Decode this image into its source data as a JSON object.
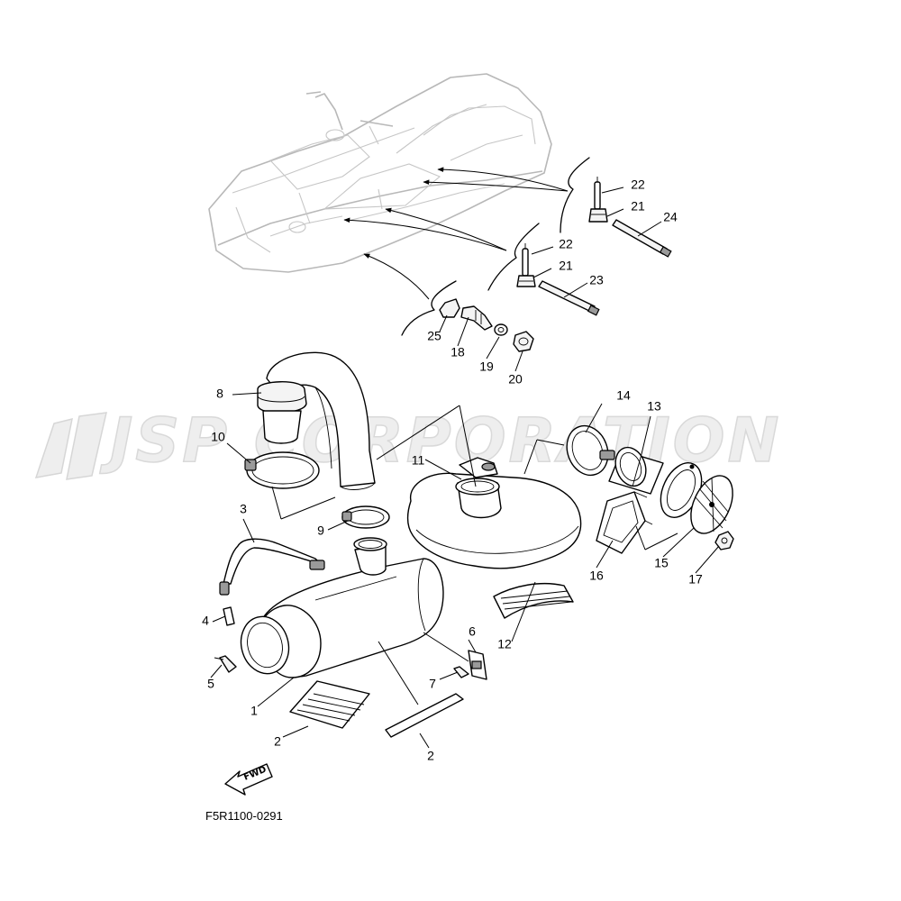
{
  "watermark": "JSP CORPORATION",
  "diagram_code": "F5R1100-0291",
  "fwd_label": "FWD",
  "callouts": {
    "c1": "1",
    "c2a": "2",
    "c2b": "2",
    "c3": "3",
    "c4": "4",
    "c5": "5",
    "c6": "6",
    "c7": "7",
    "c8": "8",
    "c9": "9",
    "c10": "10",
    "c11": "11",
    "c12": "12",
    "c13": "13",
    "c14": "14",
    "c15": "15",
    "c16": "16",
    "c17": "17",
    "c18": "18",
    "c19": "19",
    "c20": "20",
    "c21a": "21",
    "c21b": "21",
    "c22a": "22",
    "c22b": "22",
    "c23": "23",
    "c24": "24",
    "c25": "25"
  }
}
